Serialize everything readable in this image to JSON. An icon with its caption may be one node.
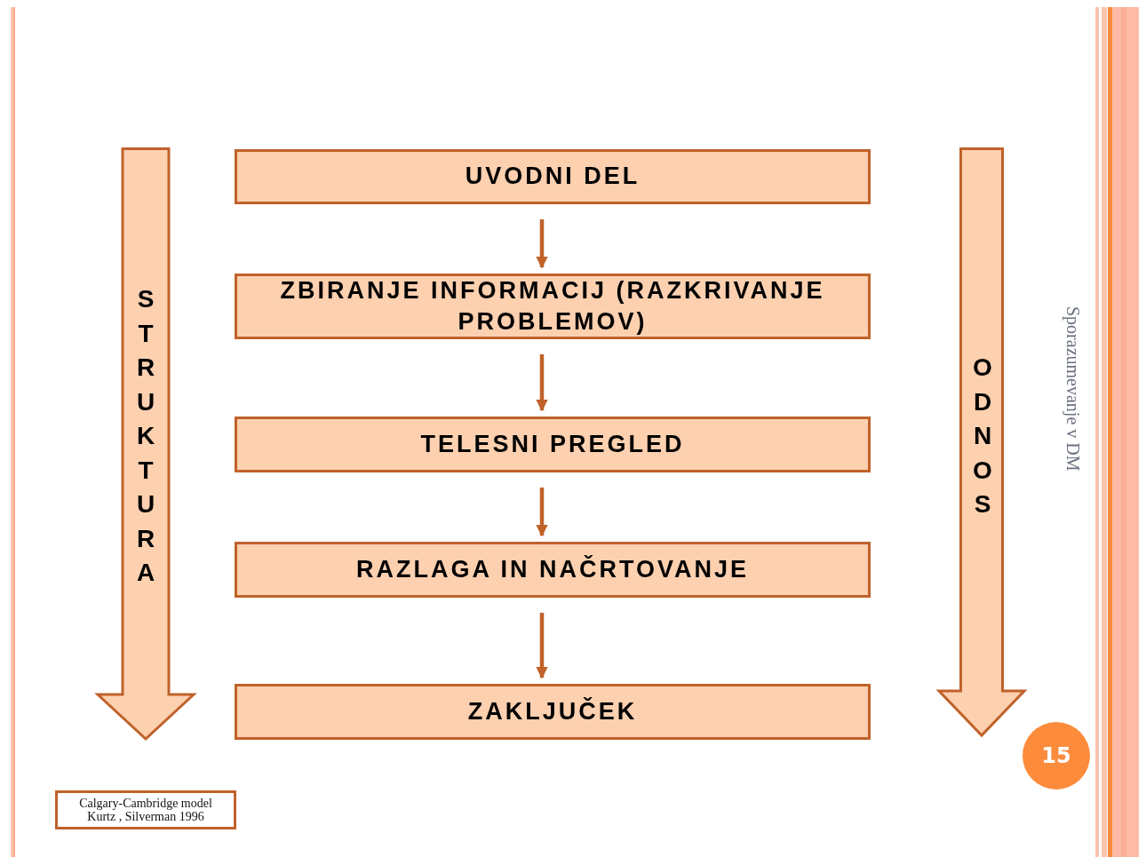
{
  "diagram": {
    "nodes": [
      {
        "text": [
          "UVODNI DEL"
        ]
      },
      {
        "text": [
          "ZBIRANJE INFORMACIJ (RAZKRIVANJE PROBLEMOV)"
        ]
      },
      {
        "text": [
          "TELESNI PREGLED"
        ]
      },
      {
        "text": [
          "RAZLAGA IN NAČRTOVANJE"
        ]
      },
      {
        "text": [
          "ZAKLJUČEK"
        ]
      },
      {
        "text": [
          "STRUKTURA"
        ]
      },
      {
        "text": [
          "ODNOS"
        ]
      },
      {
        "text": [
          "Calgary-Cambridge model Kurtz , Silverman 1996"
        ]
      },
      {
        "text": [
          "15"
        ]
      }
    ],
    "edges": [
      {
        "from": 0,
        "to": 1,
        "arrow": "to"
      },
      {
        "from": 1,
        "to": 2,
        "arrow": "to"
      },
      {
        "from": 2,
        "to": 3,
        "arrow": "to"
      },
      {
        "from": 3,
        "to": 4,
        "arrow": "to"
      }
    ],
    "labels": [
      "Sporazumevanje v DM"
    ]
  }
}
